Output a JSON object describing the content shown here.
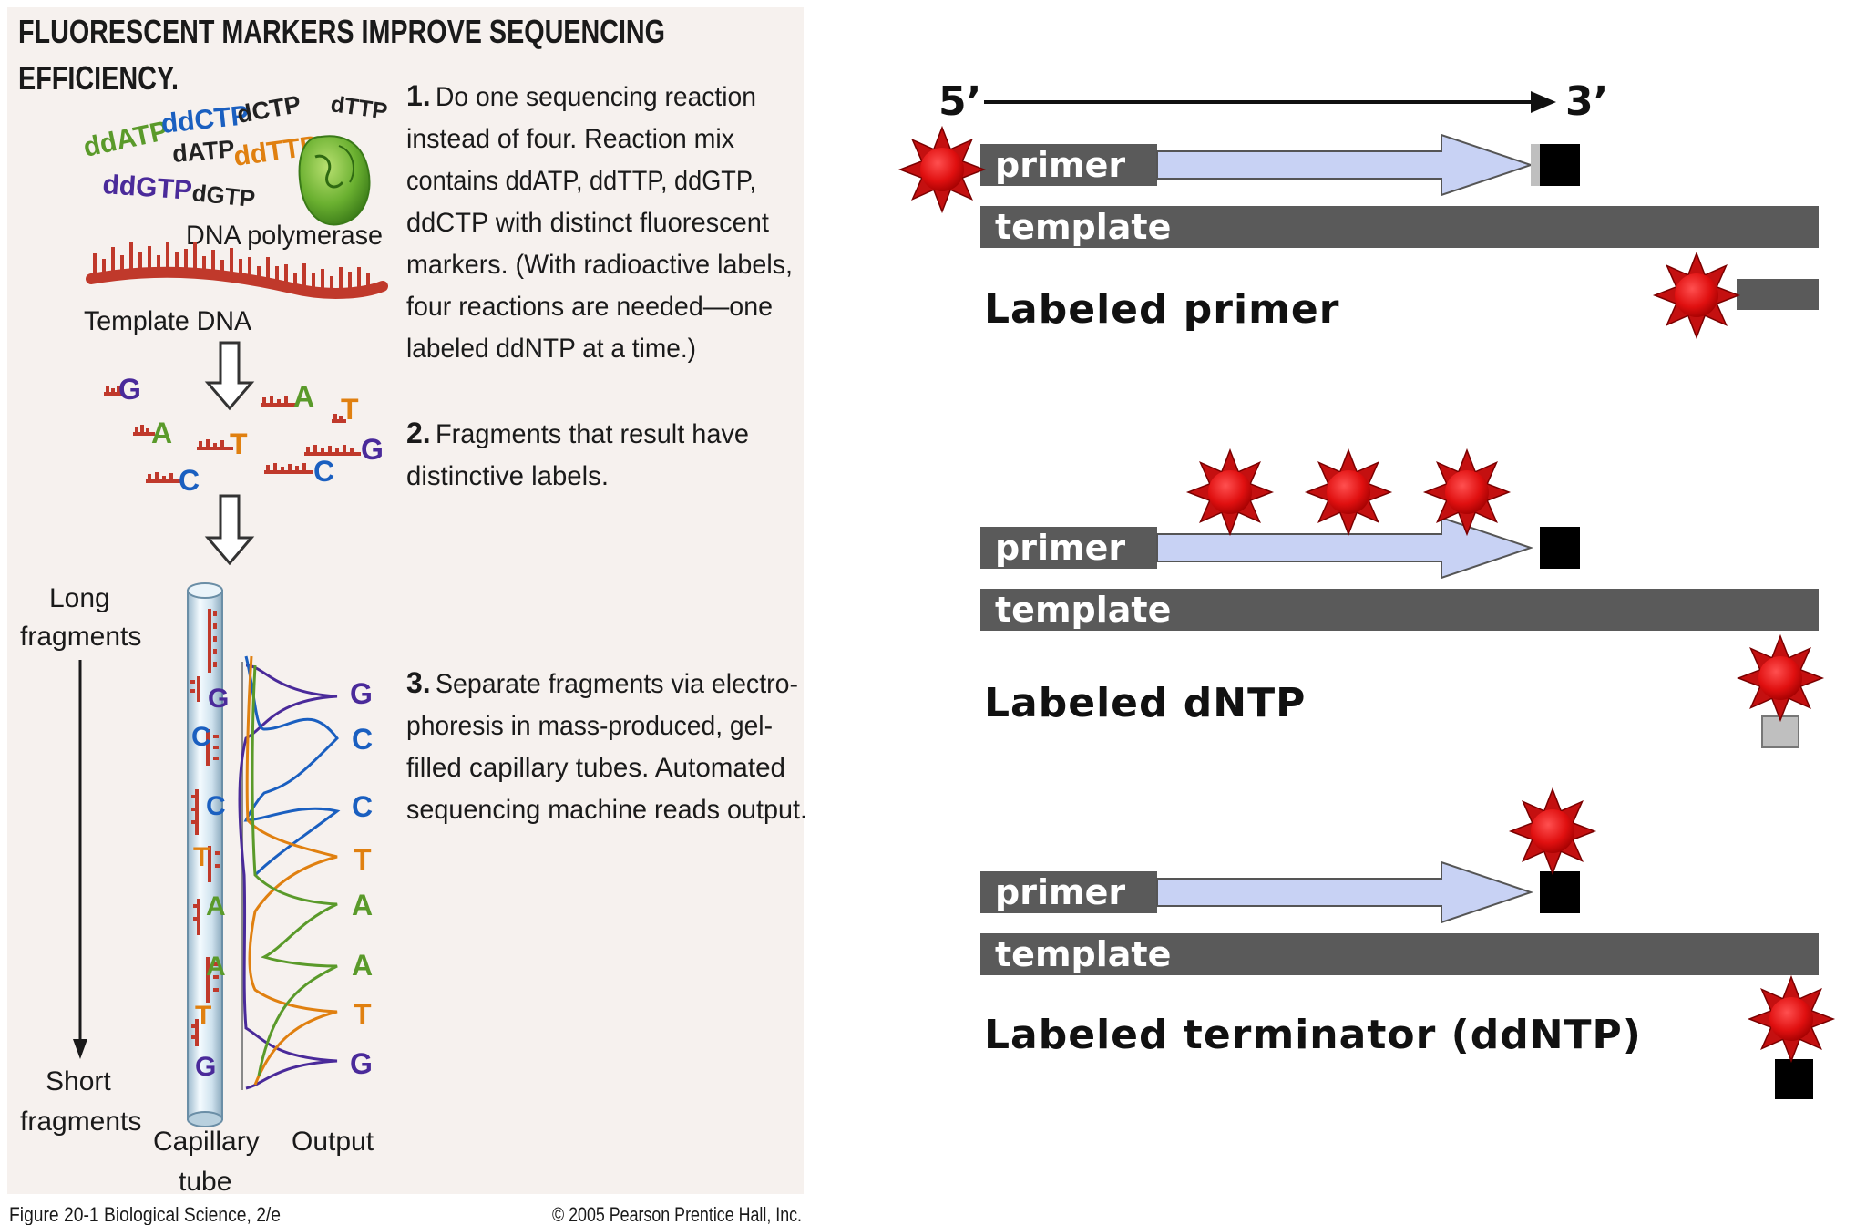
{
  "left_panel": {
    "title_line1": "FLUORESCENT MARKERS IMPROVE SEQUENCING",
    "title_line2": "EFFICIENCY.",
    "nucleotides": [
      {
        "text": "ddATP",
        "color": "#5a9a2a"
      },
      {
        "text": "ddCTP",
        "color": "#1a5fc0"
      },
      {
        "text": "dCTP",
        "color": "#222222"
      },
      {
        "text": "dTTP",
        "color": "#222222"
      },
      {
        "text": "dATP",
        "color": "#222222"
      },
      {
        "text": "ddTTP",
        "color": "#e08010"
      },
      {
        "text": "ddGTP",
        "color": "#4a2a9a"
      },
      {
        "text": "dGTP",
        "color": "#222222"
      }
    ],
    "polymerase_label": "DNA polymerase",
    "template_label": "Template DNA",
    "step1": {
      "num": "1.",
      "lines": [
        "Do one sequencing reaction",
        "instead of four. Reaction mix",
        "contains ddATP, ddTTP, ddGTP,",
        "ddCTP with distinct fluorescent",
        "markers. (With radioactive labels,",
        "four reactions are needed—one",
        "labeled ddNTP at a time.)"
      ]
    },
    "fragments": [
      {
        "letter": "G",
        "color": "#4a2a9a"
      },
      {
        "letter": "A",
        "color": "#5a9a2a"
      },
      {
        "letter": "T",
        "color": "#e08010"
      },
      {
        "letter": "A",
        "color": "#5a9a2a"
      },
      {
        "letter": "T",
        "color": "#e08010"
      },
      {
        "letter": "G",
        "color": "#4a2a9a"
      },
      {
        "letter": "C",
        "color": "#1a5fc0"
      },
      {
        "letter": "C",
        "color": "#1a5fc0"
      }
    ],
    "step2": {
      "num": "2.",
      "lines": [
        "Fragments that result have",
        "distinctive labels."
      ]
    },
    "long_fragments": [
      "Long",
      "fragments"
    ],
    "short_fragments": [
      "Short",
      "fragments"
    ],
    "capillary_label": [
      "Capillary",
      "tube"
    ],
    "output_label": "Output",
    "tube_letters": [
      {
        "letter": "G",
        "color": "#4a2a9a"
      },
      {
        "letter": "C",
        "color": "#1a5fc0"
      },
      {
        "letter": "C",
        "color": "#1a5fc0"
      },
      {
        "letter": "T",
        "color": "#e08010"
      },
      {
        "letter": "A",
        "color": "#5a9a2a"
      },
      {
        "letter": "A",
        "color": "#5a9a2a"
      },
      {
        "letter": "T",
        "color": "#e08010"
      },
      {
        "letter": "G",
        "color": "#4a2a9a"
      }
    ],
    "output_letters": [
      {
        "letter": "G",
        "color": "#4a2a9a"
      },
      {
        "letter": "C",
        "color": "#1a5fc0"
      },
      {
        "letter": "C",
        "color": "#1a5fc0"
      },
      {
        "letter": "T",
        "color": "#e08010"
      },
      {
        "letter": "A",
        "color": "#5a9a2a"
      },
      {
        "letter": "A",
        "color": "#5a9a2a"
      },
      {
        "letter": "T",
        "color": "#e08010"
      },
      {
        "letter": "G",
        "color": "#4a2a9a"
      }
    ],
    "step3": {
      "num": "3.",
      "lines": [
        "Separate fragments via electro-",
        "phoresis in mass-produced, gel-",
        "filled capillary tubes. Automated",
        "sequencing machine reads output."
      ]
    },
    "footer_left": "Figure 20-1  Biological Science, 2/e",
    "footer_right": "© 2005 Pearson Prentice Hall, Inc.",
    "colors": {
      "background": "#f6f1ee",
      "dna": "#c0392b",
      "title": "#1a1a1a",
      "polymerase": "#5aa02a"
    }
  },
  "right_panel": {
    "end_5": "5’",
    "end_3": "3’",
    "primer_label": "primer",
    "template_label": "template",
    "rows": [
      {
        "caption": "Labeled primer"
      },
      {
        "caption": "Labeled dNTP"
      },
      {
        "caption": "Labeled terminator (ddNTP)"
      }
    ],
    "colors": {
      "bar": "#5a5a5a",
      "arrow": "#c8d2f4",
      "nucleotide_gray": "#bfbfbf",
      "terminator": "#000000",
      "star": "#e01010"
    }
  }
}
